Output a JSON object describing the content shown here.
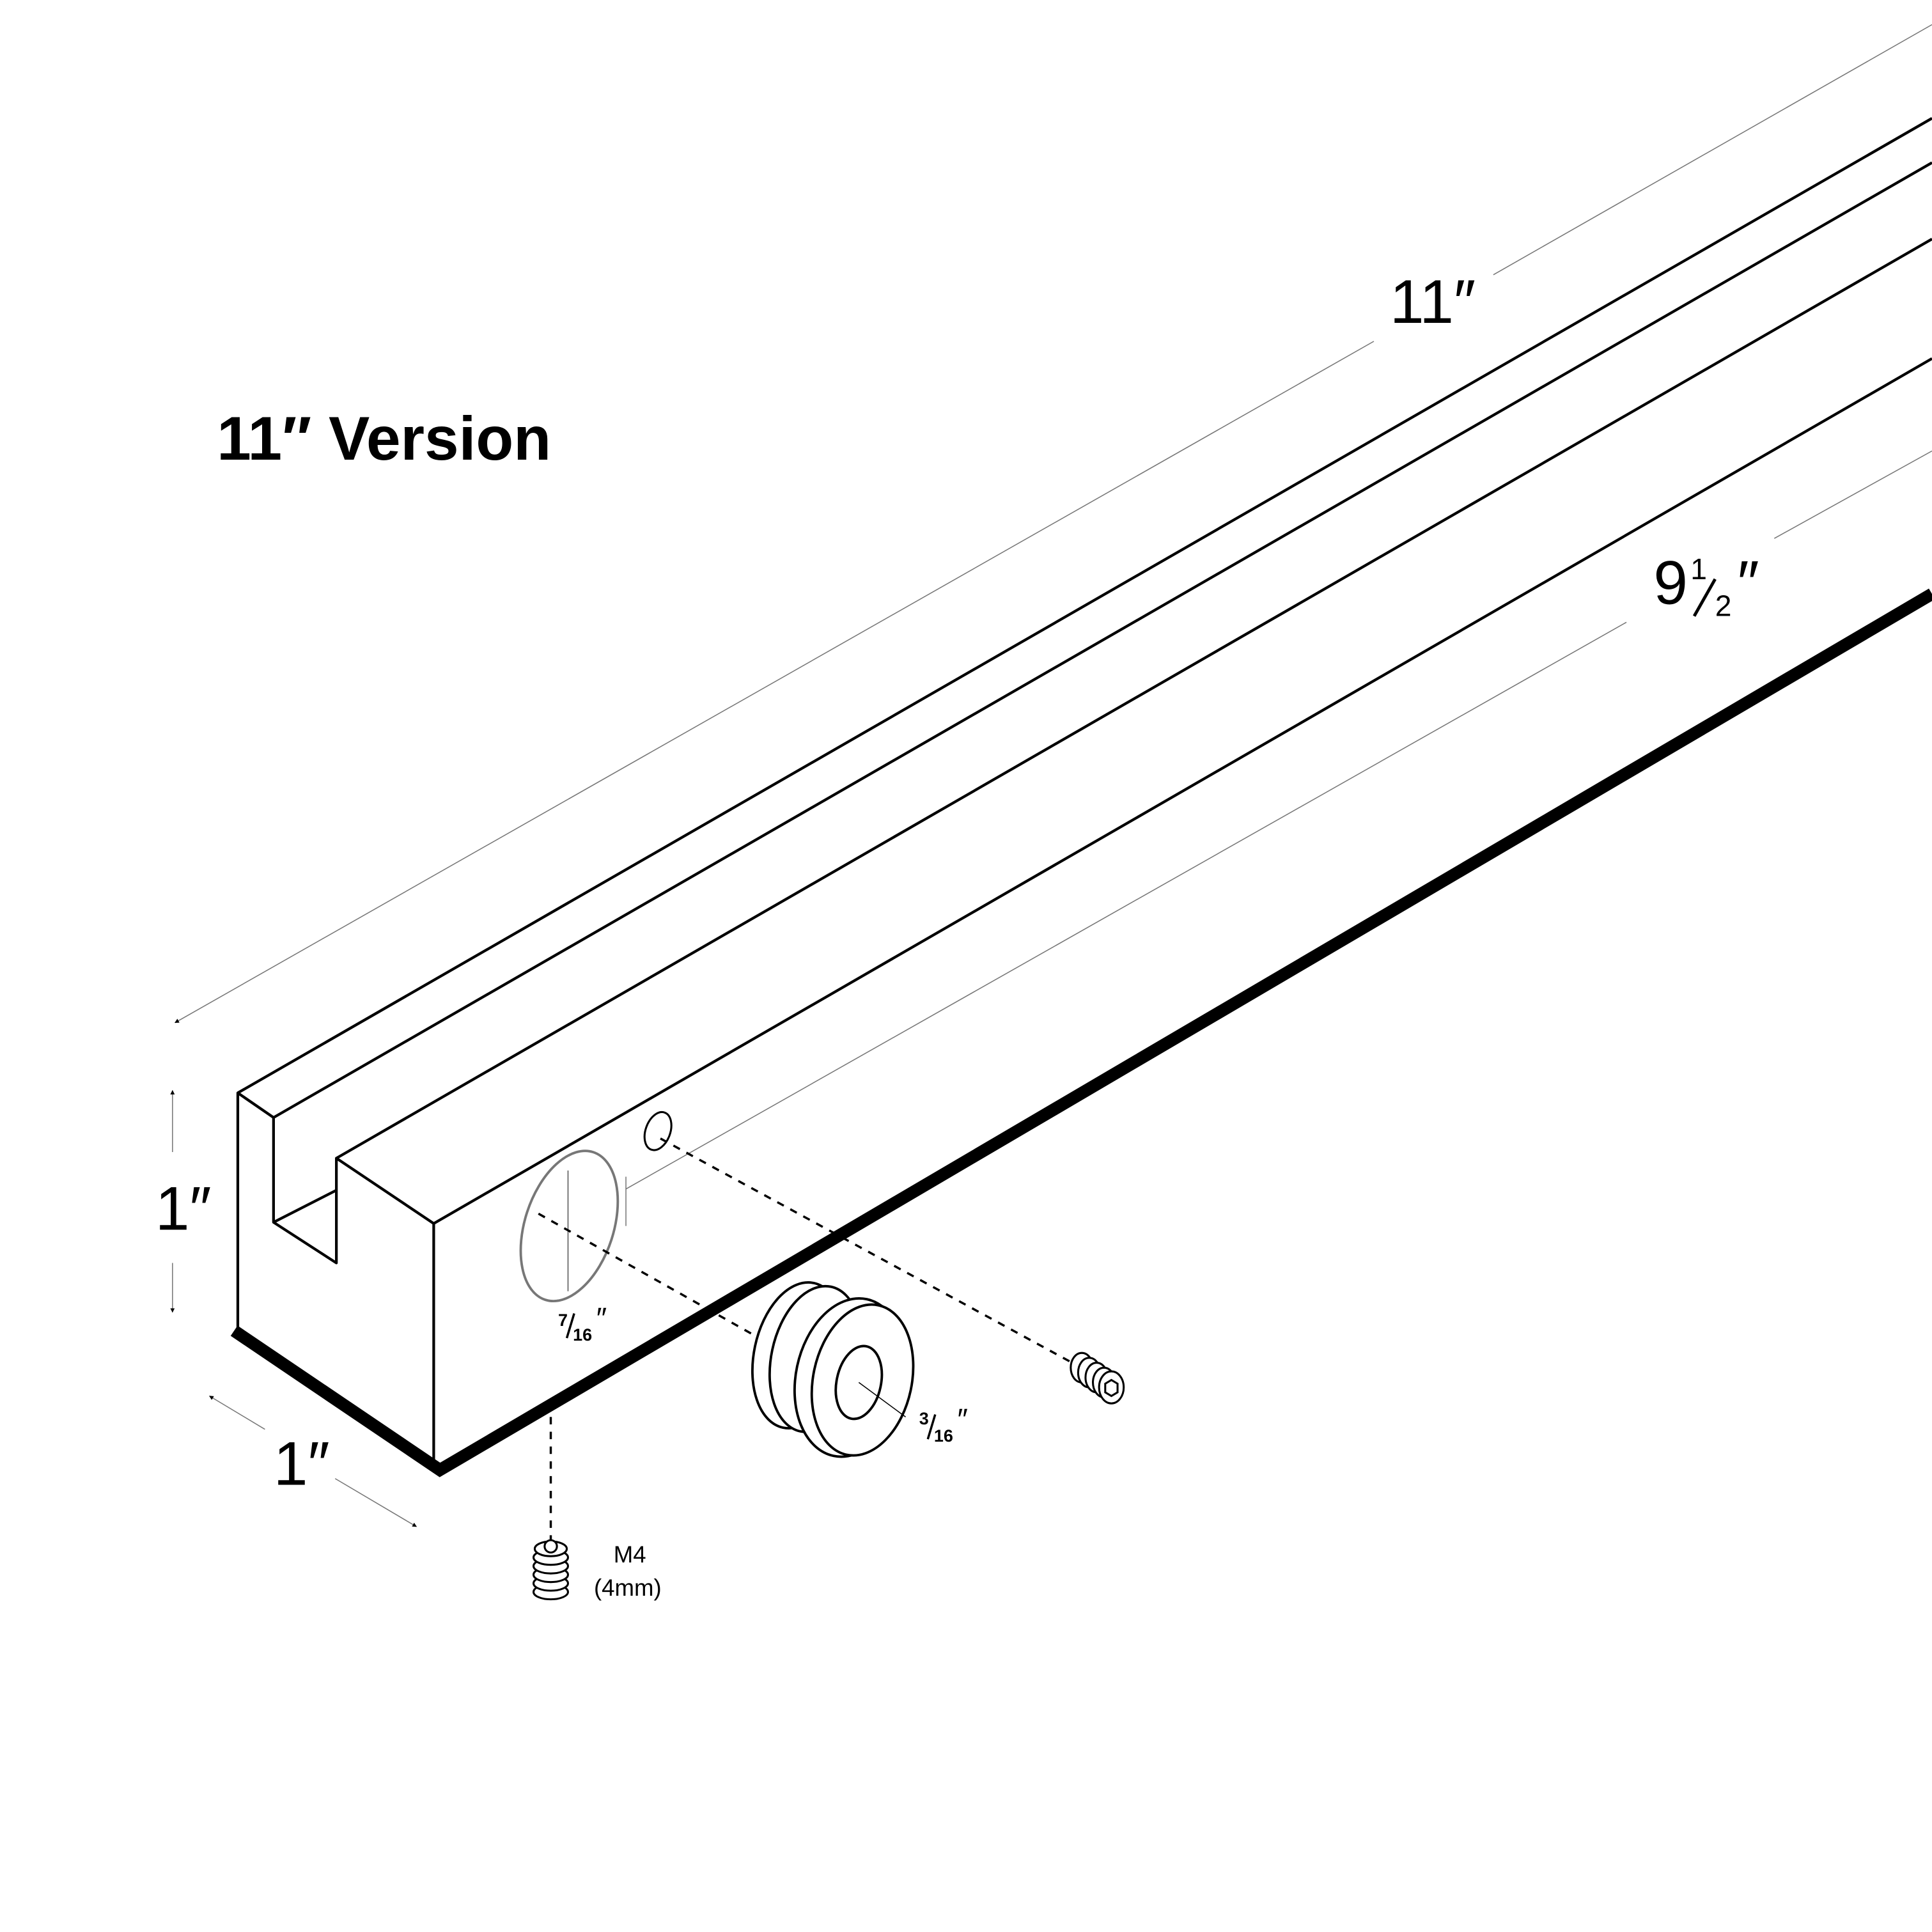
{
  "title": "11″ Version",
  "dimensions": {
    "length": "11″",
    "hole_spacing_whole": "9",
    "hole_spacing_fraction_num": "1",
    "hole_spacing_fraction_den": "2",
    "hole_spacing_inch": "″",
    "height": "1″",
    "width": "1″"
  },
  "parts": {
    "large_hole_num": "7",
    "large_hole_den": "16",
    "small_bore_num": "3",
    "small_bore_den": "16",
    "inch_mark": "″",
    "screw_size": "M4",
    "screw_metric": "(4mm)"
  }
}
